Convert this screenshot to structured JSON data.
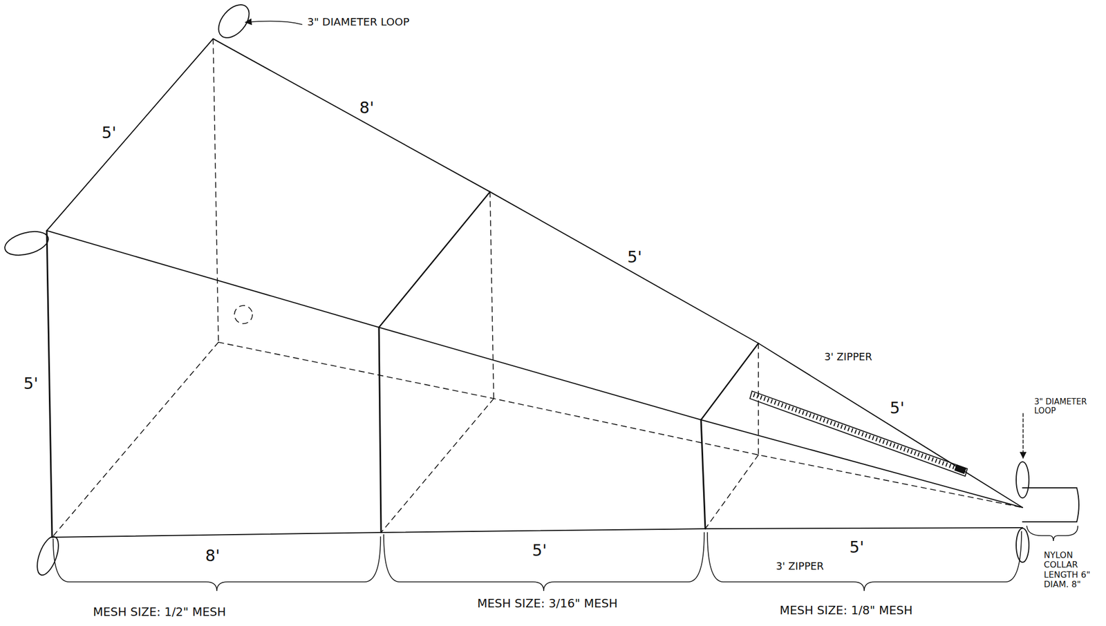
{
  "diagram": {
    "labels": [
      "3\" DIAMETER LOOP",
      "5'",
      "8'",
      "5'",
      "3' ZIPPER",
      "5'",
      "3\" DIAMETER LOOP",
      "5'",
      "8'",
      "5'",
      "5'",
      "3' ZIPPER",
      "NYLON COLLAR LENGTH 6\" DIAM. 8\"",
      "MESH SIZE: 1/2\" MESH",
      "MESH SIZE: 3/16\" MESH",
      "MESH SIZE: 1/8\" MESH"
    ]
  }
}
